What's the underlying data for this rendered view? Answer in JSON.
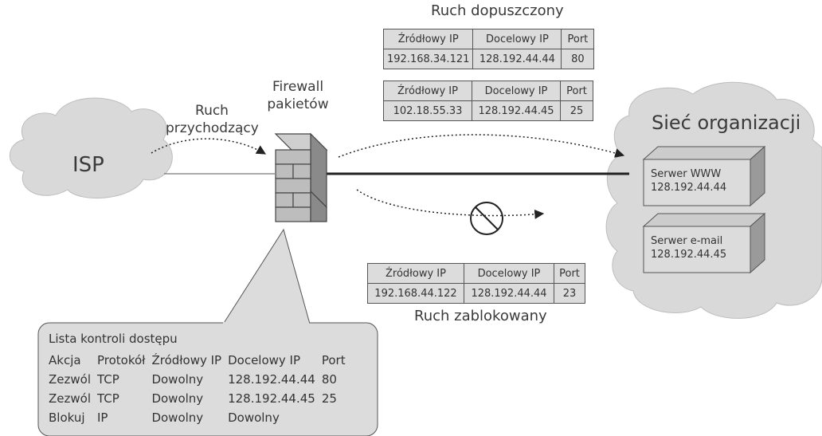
{
  "labels": {
    "isp": "ISP",
    "firewall": [
      "Firewall",
      "pakietów"
    ],
    "incoming": [
      "Ruch",
      "przychodzący"
    ],
    "allowed_title": "Ruch dopuszczony",
    "blocked_title": "Ruch zablokowany",
    "org_network": "Sieć organizacji"
  },
  "servers": [
    {
      "name": "Serwer WWW",
      "ip": "128.192.44.44"
    },
    {
      "name": "Serwer e-mail",
      "ip": "128.192.44.45"
    }
  ],
  "packet_headers": [
    "Źródłowy IP",
    "Docelowy IP",
    "Port"
  ],
  "allowed_packets": [
    {
      "src": "192.168.34.121",
      "dst": "128.192.44.44",
      "port": "80"
    },
    {
      "src": "102.18.55.33",
      "dst": "128.192.44.45",
      "port": "25"
    }
  ],
  "blocked_packet": {
    "src": "192.168.44.122",
    "dst": "128.192.44.44",
    "port": "23"
  },
  "acl": {
    "title": "Lista kontroli dostępu",
    "headers": [
      "Akcja",
      "Protokół",
      "Źródłowy IP",
      "Docelowy IP",
      "Port"
    ],
    "rows": [
      [
        "Zezwól",
        "TCP",
        "Dowolny",
        "128.192.44.44",
        "80"
      ],
      [
        "Zezwól",
        "TCP",
        "Dowolny",
        "128.192.44.45",
        "25"
      ],
      [
        "Blokuj",
        "IP",
        "Dowolny",
        "Dowolny",
        ""
      ]
    ]
  },
  "colors": {
    "cloud": "#d9d9d9",
    "box": "#dcdcdc",
    "line": "#222222"
  }
}
